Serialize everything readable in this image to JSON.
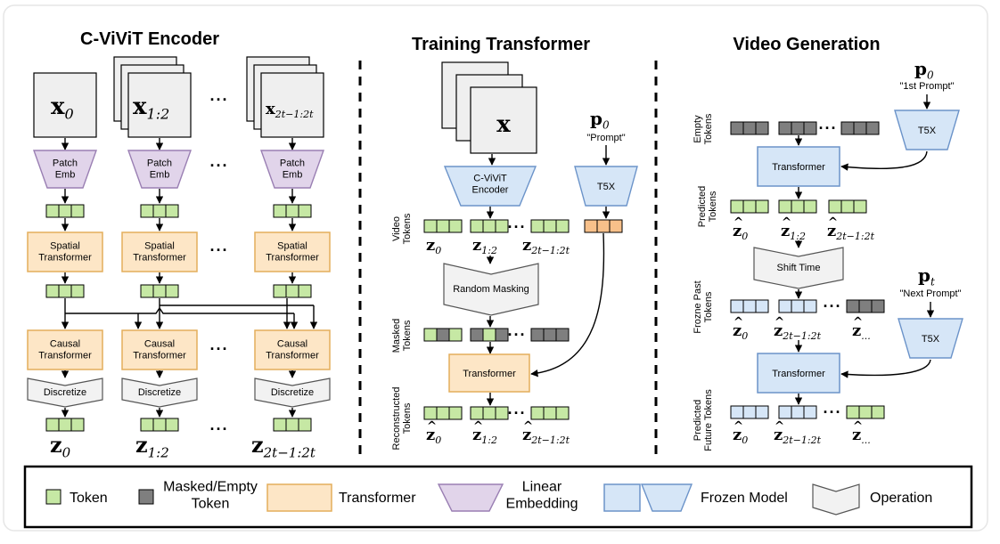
{
  "titles": {
    "encoder": "C-ViViT Encoder",
    "training": "Training Transformer",
    "generation": "Video Generation"
  },
  "encoder": {
    "inputs": [
      {
        "base": "x",
        "sub": "0"
      },
      {
        "base": "x",
        "sub": "1:2"
      },
      {
        "base": "x",
        "sub": "2t−1:2t"
      }
    ],
    "patch_emb": "Patch\nEmb",
    "spatial": "Spatial\nTransformer",
    "causal": "Causal\nTransformer",
    "discretize": "Discretize",
    "outputs": [
      {
        "base": "z",
        "sub": "0"
      },
      {
        "base": "z",
        "sub": "1:2"
      },
      {
        "base": "z",
        "sub": "2t−1:2t"
      }
    ],
    "ellipsis": "···"
  },
  "training": {
    "input": "x",
    "prompt_var": {
      "base": "p",
      "sub": "0"
    },
    "prompt_quote": "\"Prompt\"",
    "cvivit": "C-ViViT\nEncoder",
    "t5x": "T5X",
    "video_tokens": "Video\nTokens",
    "token_labels": [
      {
        "base": "z",
        "sub": "0"
      },
      {
        "base": "z",
        "sub": "1:2"
      },
      {
        "base": "z",
        "sub": "2t−1:2t"
      }
    ],
    "random_masking": "Random Masking",
    "masked_tokens": "Masked\nTokens",
    "transformer": "Transformer",
    "reconstructed_tokens": "Reconstructed\nTokens",
    "hat_labels": [
      {
        "base": "z",
        "sub": "0"
      },
      {
        "base": "z",
        "sub": "1:2"
      },
      {
        "base": "z",
        "sub": "2t−1:2t"
      }
    ]
  },
  "generation": {
    "p0": {
      "base": "p",
      "sub": "0"
    },
    "first_prompt": "\"1st Prompt\"",
    "empty_tokens": "Empty\nTokens",
    "t5x": "T5X",
    "transformer": "Transformer",
    "predicted_tokens": "Predicted\nTokens",
    "predicted_labels": [
      {
        "base": "z",
        "sub": "0"
      },
      {
        "base": "z",
        "sub": "1:2"
      },
      {
        "base": "z",
        "sub": "2t−1:2t"
      }
    ],
    "shift_time": "Shift Time",
    "frozen_past": "Frozne Past\nTokens",
    "past_labels": [
      {
        "base": "z",
        "sub": "0"
      },
      {
        "base": "z",
        "sub": "2t−1:2t"
      },
      {
        "base": "z",
        "sub": "..."
      }
    ],
    "pt": {
      "base": "p",
      "sub": "t"
    },
    "next_prompt": "\"Next Prompt\"",
    "predicted_future": "Predicted\nFuture Tokens",
    "future_labels": [
      {
        "base": "z",
        "sub": "0"
      },
      {
        "base": "z",
        "sub": "2t−1:2t"
      },
      {
        "base": "z",
        "sub": "..."
      }
    ]
  },
  "legend": {
    "token": "Token",
    "masked": "Masked/Empty\nToken",
    "transformer": "Transformer",
    "linear": "Linear\nEmbedding",
    "frozen": "Frozen Model",
    "operation": "Operation"
  },
  "colors": {
    "token_green": "#c6e8a4",
    "token_gray": "#7f7f7f",
    "transformer_orange": "#fde6c6",
    "transformer_border": "#e3ae5b",
    "embed_purple": "#e1d4ea",
    "embed_border": "#9a7fb3",
    "frozen_blue": "#d6e6f7",
    "frozen_border": "#6b93c9",
    "operation_gray": "#f2f2f2",
    "frame_gray": "#efefef",
    "prompt_token_orange": "#f7c08a"
  }
}
